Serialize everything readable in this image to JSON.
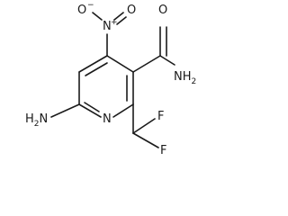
{
  "molecule": {
    "atoms": {
      "nitro_o_minus": "O",
      "nitro_o_minus_charge": "−",
      "nitro_n": "N",
      "nitro_n_charge": "+",
      "nitro_o_double": "O",
      "amide_o": "O",
      "amide_nh2": "NH",
      "amide_nh2_sub": "2",
      "amino_h2n": "H",
      "amino_h2n_sub": "2",
      "amino_n": "N",
      "ring_n": "N",
      "fluorine_1": "F",
      "fluorine_2": "F"
    }
  }
}
